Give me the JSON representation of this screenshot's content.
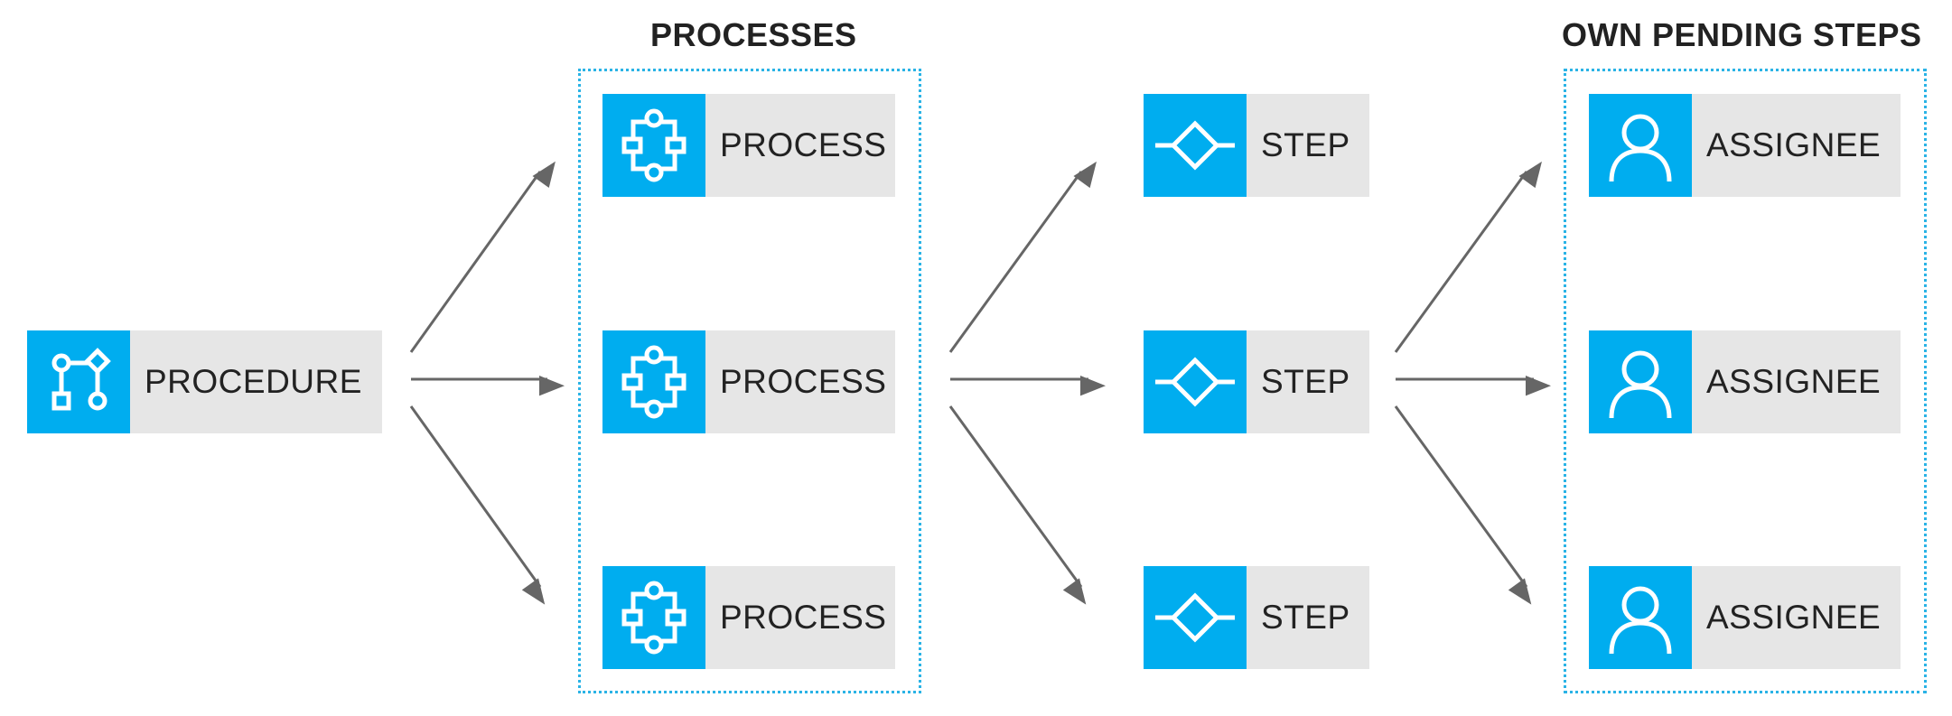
{
  "colors": {
    "accent": "#00adef",
    "label_bg": "#e6e6e6",
    "arrow": "#666666",
    "group_border": "#2ab3e6"
  },
  "procedure": {
    "label": "PROCEDURE",
    "icon": "procedure-icon"
  },
  "processes_group": {
    "title": "PROCESSES",
    "items": [
      {
        "label": "PROCESS",
        "icon": "process-icon"
      },
      {
        "label": "PROCESS",
        "icon": "process-icon"
      },
      {
        "label": "PROCESS",
        "icon": "process-icon"
      }
    ]
  },
  "steps": [
    {
      "label": "STEP",
      "icon": "step-diamond-icon"
    },
    {
      "label": "STEP",
      "icon": "step-diamond-icon"
    },
    {
      "label": "STEP",
      "icon": "step-diamond-icon"
    }
  ],
  "pending_group": {
    "title": "OWN PENDING STEPS",
    "items": [
      {
        "label": "ASSIGNEE",
        "icon": "assignee-icon"
      },
      {
        "label": "ASSIGNEE",
        "icon": "assignee-icon"
      },
      {
        "label": "ASSIGNEE",
        "icon": "assignee-icon"
      }
    ]
  }
}
